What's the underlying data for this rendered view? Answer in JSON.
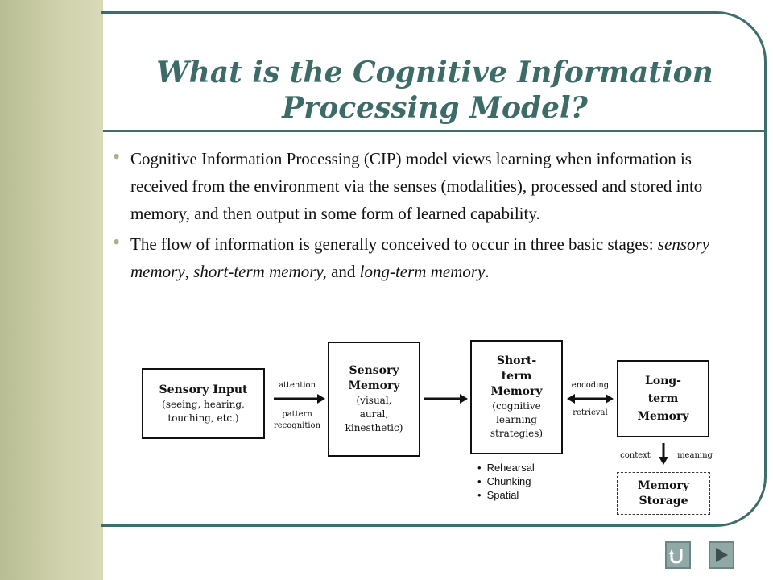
{
  "title": "What is the Cognitive Information Processing Model?",
  "bullets": [
    {
      "text": "Cognitive Information Processing (CIP) model views learning when information is received from the environment via the senses (modalities), processed and stored into memory, and then output in some form of learned capability."
    },
    {
      "pre": "The flow of information is generally conceived to occur in three basic stages: ",
      "em1": "sensory memory",
      "mid1": ", ",
      "em2": "short-term memory,",
      "mid2": " and ",
      "em3": "long-term memory",
      "post": "."
    }
  ],
  "diagram": {
    "sensory_input": {
      "title": "Sensory Input",
      "sub": "(seeing, hearing, touching, etc.)"
    },
    "attention": "attention",
    "pattern_recognition": "pattern recognition",
    "sensory_memory": {
      "title": "Sensory Memory",
      "sub": "(visual, aural, kinesthetic)"
    },
    "short_term": {
      "title": "Short-term Memory",
      "sub": "(cognitive learning strategies)"
    },
    "encoding": "encoding",
    "retrieval": "retrieval",
    "long_term": {
      "title": "Long-term Memory"
    },
    "context": "context",
    "meaning": "meaning",
    "storage": {
      "title": "Memory Storage"
    },
    "strategies": [
      "Rehearsal",
      "Chunking",
      "Spatial"
    ]
  },
  "nav": {
    "home_icon": "u-turn-icon",
    "next_icon": "play-next-icon"
  },
  "colors": {
    "accent": "#3c6b68",
    "sidebar": "#c5c9a2",
    "bullet": "#a9b08b",
    "nav": "#90a8a6"
  }
}
